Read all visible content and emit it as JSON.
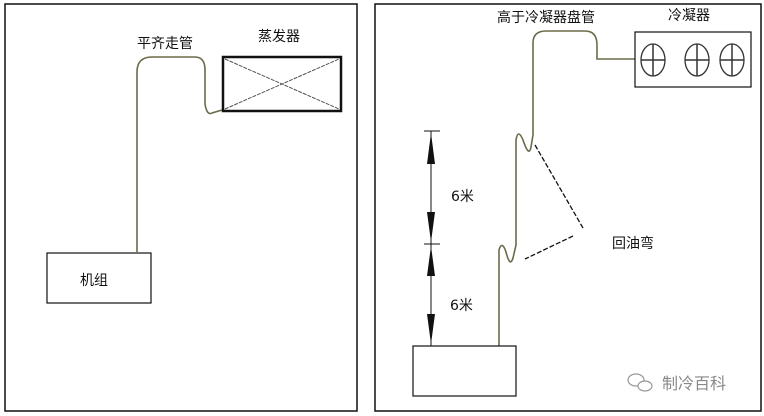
{
  "left_panel": {
    "pipe_label": "平齐走管",
    "evaporator_label": "蒸发器",
    "unit_label": "机组"
  },
  "right_panel": {
    "pipe_label": "高于冷凝器盘管",
    "condenser_label": "冷凝器",
    "height_upper": "6米",
    "height_lower": "6米",
    "oil_trap_label": "回油弯",
    "fan_count": 3
  },
  "watermark": {
    "text": "制冷百科",
    "icon": "wechat-icon"
  },
  "colors": {
    "line": "#111111",
    "pipe": "#6b6b4a",
    "watermark": "#888888"
  }
}
